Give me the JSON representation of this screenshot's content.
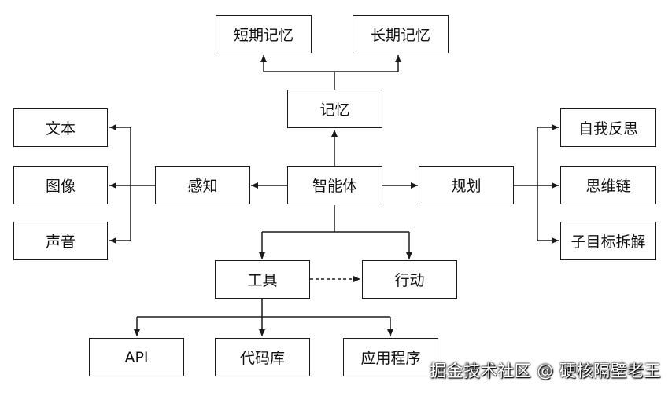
{
  "diagram": {
    "nodes": {
      "short_term_memory": "短期记忆",
      "long_term_memory": "长期记忆",
      "memory": "记忆",
      "text": "文本",
      "image": "图像",
      "sound": "声音",
      "perception": "感知",
      "agent": "智能体",
      "planning": "规划",
      "self_reflection": "自我反思",
      "chain_of_thought": "思维链",
      "subgoal_decomposition": "子目标拆解",
      "tools": "工具",
      "action": "行动",
      "api": "API",
      "code_library": "代码库",
      "application": "应用程序"
    }
  },
  "watermark": "掘金技术社区 @ 硬核隔壁老王",
  "colors": {
    "stroke": "#1a1a1a",
    "text": "#111111",
    "background": "#ffffff"
  }
}
